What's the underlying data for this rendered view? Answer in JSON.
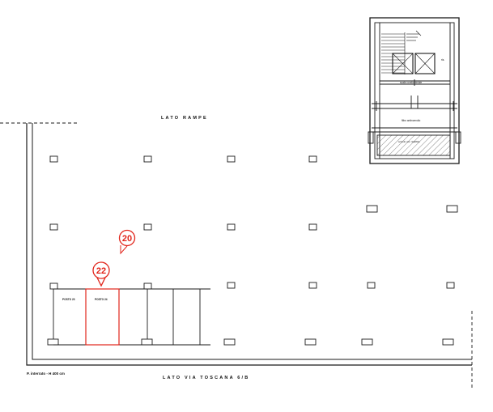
{
  "labels": {
    "top_side": "LATO RAMPE",
    "bottom_side": "LATO VIA TOSCANA 6/B",
    "floor_info": "P. interrato - H 400 cm"
  },
  "spots": {
    "posto_23": "POSTO 23",
    "posto_24": "POSTO 24"
  },
  "markers": {
    "marker_20": "20",
    "marker_22": "22"
  },
  "stair_core": {
    "upper_label": "scala condominiale",
    "lower_label": "filtro antincendio",
    "bottom_label": "scivolo non risalibile",
    "side_label": "ris."
  },
  "colors": {
    "highlight": "#e1251b",
    "line": "#1a1a1a",
    "hatch": "#555555"
  }
}
